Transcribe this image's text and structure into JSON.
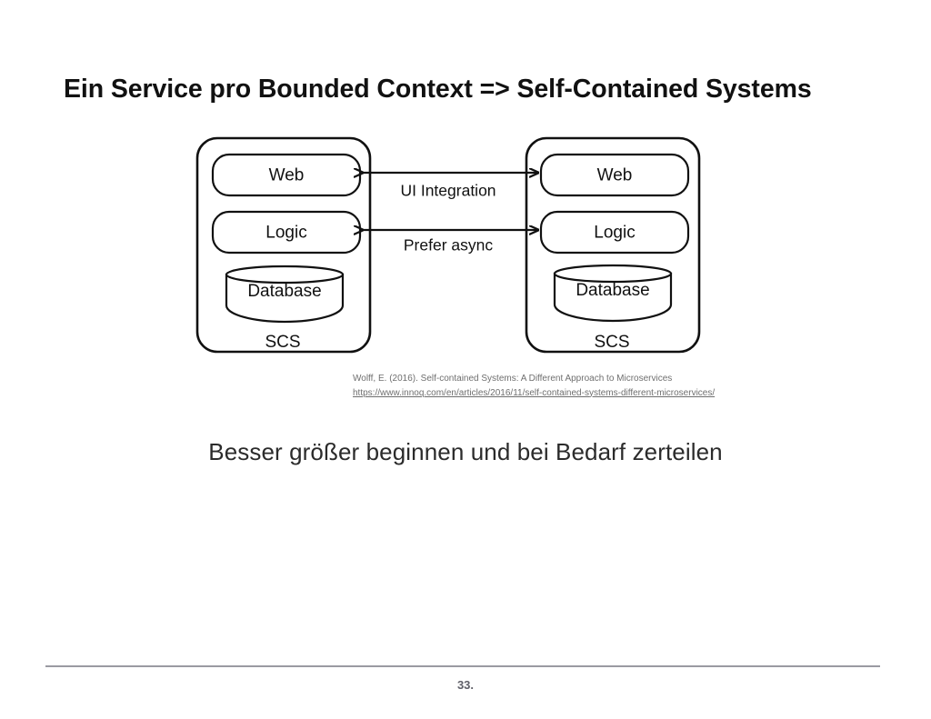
{
  "slide": {
    "title": "Ein Service pro Bounded Context => Self-Contained Systems",
    "page_number": "33.",
    "caption": "Besser größer beginnen und bei Bedarf zerteilen",
    "background_color": "#ffffff",
    "stroke_color": "#111111",
    "footer_rule_color": "#9a9aa2",
    "page_number_color": "#5f5f68"
  },
  "diagram": {
    "type": "architecture",
    "systems": [
      {
        "name": "SCS",
        "side": "left",
        "layers": [
          {
            "label": "Web",
            "shape": "rounded-rect"
          },
          {
            "label": "Logic",
            "shape": "rounded-rect"
          },
          {
            "label": "Database",
            "shape": "cylinder"
          }
        ]
      },
      {
        "name": "SCS",
        "side": "right",
        "layers": [
          {
            "label": "Web",
            "shape": "rounded-rect"
          },
          {
            "label": "Logic",
            "shape": "rounded-rect"
          },
          {
            "label": "Database",
            "shape": "cylinder"
          }
        ]
      }
    ],
    "connections": [
      {
        "label": "UI Integration",
        "from": "left.Web",
        "to": "right.Web",
        "direction": "bidirectional"
      },
      {
        "label": "Prefer async",
        "from": "left.Logic",
        "to": "right.Logic",
        "direction": "bidirectional"
      }
    ]
  },
  "citation": {
    "reference": "Wolff, E. (2016). Self-contained Systems: A Different Approach to Microservices",
    "url": "https://www.innoq.com/en/articles/2016/11/self-contained-systems-different-microservices/"
  }
}
